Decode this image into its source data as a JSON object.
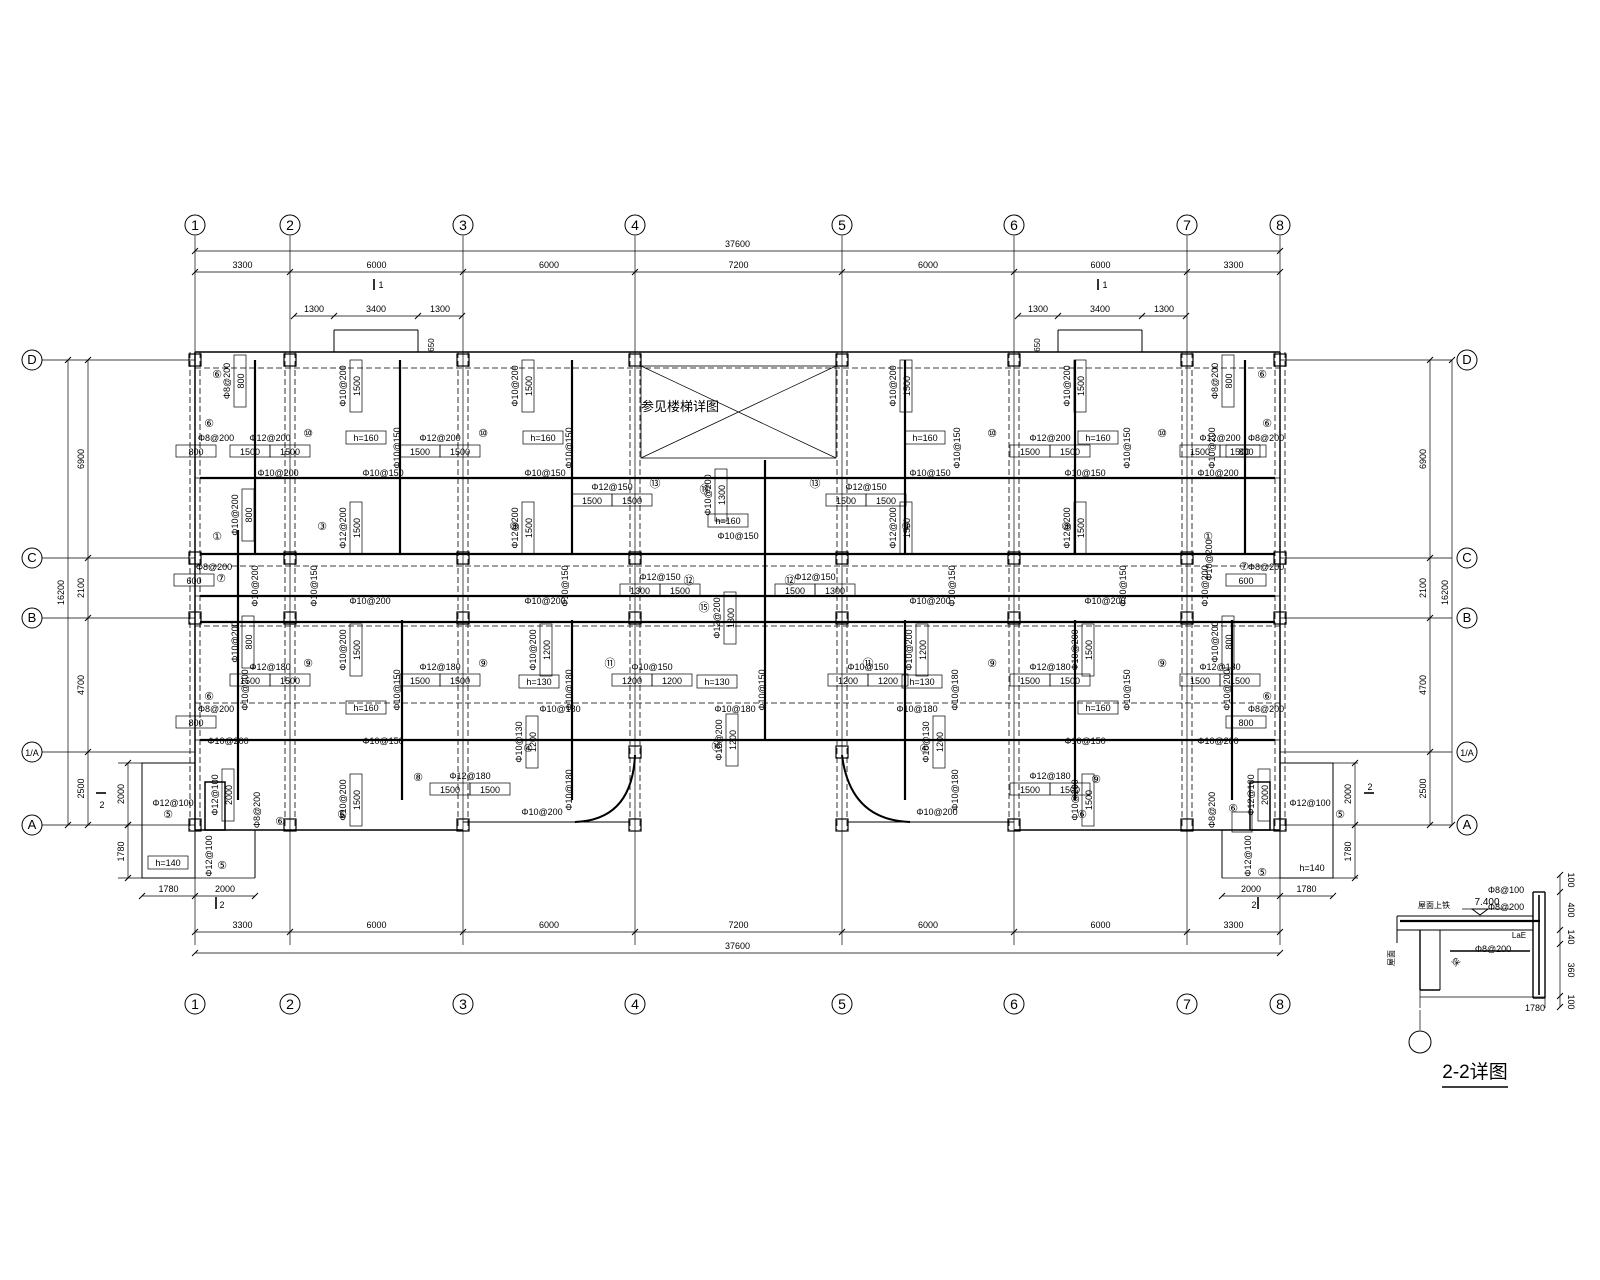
{
  "axes": {
    "vertical": [
      "1",
      "2",
      "3",
      "4",
      "5",
      "6",
      "7",
      "8"
    ],
    "horizontal": [
      "D",
      "C",
      "B",
      "1/A",
      "A"
    ]
  },
  "dimensions": {
    "total_length": "37600",
    "spans": [
      "3300",
      "6000",
      "6000",
      "7200",
      "6000",
      "6000",
      "3300"
    ],
    "bay_left": [
      "1300",
      "3400",
      "1300"
    ],
    "bay_right": [
      "1300",
      "3400",
      "1300"
    ],
    "bay_offset": "650",
    "depth_total": "16200",
    "depths": [
      "6900",
      "2100",
      "4700"
    ],
    "entry_depth": "2500",
    "entry_left": [
      "1780",
      "2000"
    ],
    "entry_right": [
      "2000",
      "1780"
    ],
    "entry_vert": "2000",
    "entry_ext": "1780"
  },
  "section_marks": {
    "s1": "1",
    "s2": "2"
  },
  "stair_note": "参见楼梯详图",
  "rebars": {
    "r10_200": "Φ10@200",
    "r10_150": "Φ10@150",
    "r10_180": "Φ10@180",
    "r10_130": "Φ10@130",
    "r12_200": "Φ12@200",
    "r12_150": "Φ12@150",
    "r12_180": "Φ12@180",
    "r12_100": "Φ12@100",
    "r8_200": "Φ8@200",
    "r8_100": "Φ8@100"
  },
  "bar_lengths": {
    "l1500": "1500",
    "l1200": "1200",
    "l800": "800",
    "l600": "600",
    "l2000": "2000",
    "l1300": "1300"
  },
  "slab_thickness": {
    "h160": "h=160",
    "h130": "h=130",
    "h140": "h=140"
  },
  "bar_marks": {
    "m1": "①",
    "m2": "②",
    "m3": "③",
    "m4": "④",
    "m5": "⑤",
    "m6": "⑥",
    "m7": "⑦",
    "m8": "⑧",
    "m9": "⑨",
    "m10": "⑩",
    "m11": "⑪",
    "m12": "⑫",
    "m13": "⑬",
    "m14": "⑭",
    "m15": "⑮",
    "m16": "⑯"
  },
  "detail": {
    "title": "2-2详图",
    "elevation": "7.400",
    "dims": [
      "100",
      "400",
      "140",
      "360",
      "100"
    ],
    "width": "1780",
    "rebars": [
      "Φ8@100",
      "Φ8@200",
      "Φ8@200"
    ],
    "label_lae": "LaE",
    "note_top": "屋面上铁",
    "note_left": "屋面",
    "note_mid": "梁"
  }
}
